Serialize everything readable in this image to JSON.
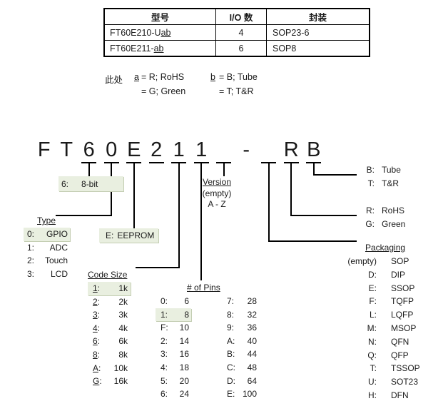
{
  "spec_table": {
    "headers": [
      "型号",
      "I/O 数",
      "封装"
    ],
    "rows": [
      {
        "model_base": "FT60E210-U",
        "model_sub": "ab",
        "io": "4",
        "package": "SOP23-6"
      },
      {
        "model_base": "FT60E211-",
        "model_sub": "ab",
        "io": "6",
        "package": "SOP8"
      }
    ]
  },
  "note": {
    "prefix": "此处",
    "a_key": "a",
    "a_line1": "= R; RoHS",
    "a_line2": "= G; Green",
    "b_key": "b",
    "b_line1": "= B; Tube",
    "b_line2": "= T; T&R"
  },
  "part_number": {
    "chars": [
      {
        "ch": "F",
        "underline": false
      },
      {
        "ch": "T",
        "underline": false
      },
      {
        "ch": "6",
        "underline": true
      },
      {
        "ch": "0",
        "underline": true
      },
      {
        "ch": "E",
        "underline": true
      },
      {
        "ch": "2",
        "underline": true
      },
      {
        "ch": "1",
        "underline": true
      },
      {
        "ch": "1",
        "underline": true
      },
      {
        "ch": "",
        "underline": true
      },
      {
        "ch": "-",
        "underline": false
      },
      {
        "ch": "",
        "underline": true
      },
      {
        "ch": "R",
        "underline": true
      },
      {
        "ch": "B",
        "underline": true
      }
    ]
  },
  "callouts": {
    "bit": {
      "key": "6:",
      "value": "8-bit"
    },
    "eeprom": {
      "key": "E:",
      "value": "EEPROM"
    },
    "version": {
      "title": "Version",
      "lines": [
        "(empty)",
        "A - Z"
      ]
    }
  },
  "lists": {
    "type": {
      "title": "Type",
      "items": [
        {
          "key": "0:",
          "value": "GPIO",
          "highlight": true
        },
        {
          "key": "1:",
          "value": "ADC"
        },
        {
          "key": "2:",
          "value": "Touch"
        },
        {
          "key": "3:",
          "value": "LCD"
        }
      ]
    },
    "code_size": {
      "title": "Code Size",
      "items": [
        {
          "key": "1",
          "sep": ":",
          "value": "1k",
          "highlight": true
        },
        {
          "key": "2",
          "sep": ":",
          "value": "2k"
        },
        {
          "key": "3",
          "sep": ":",
          "value": "3k"
        },
        {
          "key": "4",
          "sep": ":",
          "value": "4k"
        },
        {
          "key": "6",
          "sep": ":",
          "value": "6k"
        },
        {
          "key": "8",
          "sep": ":",
          "value": "8k"
        },
        {
          "key": "A",
          "sep": ":",
          "value": "10k"
        },
        {
          "key": "G",
          "sep": ":",
          "value": "16k"
        }
      ]
    },
    "pins": {
      "title": "# of Pins",
      "col1": [
        {
          "key": "0:",
          "value": "6"
        },
        {
          "key": "1:",
          "value": "8",
          "highlight": true
        },
        {
          "key": "F:",
          "value": "10"
        },
        {
          "key": "2:",
          "value": "14"
        },
        {
          "key": "3:",
          "value": "16"
        },
        {
          "key": "4:",
          "value": "18"
        },
        {
          "key": "5:",
          "value": "20"
        },
        {
          "key": "6:",
          "value": "24"
        }
      ],
      "col2": [
        {
          "key": "7:",
          "value": "28"
        },
        {
          "key": "8:",
          "value": "32"
        },
        {
          "key": "9:",
          "value": "36"
        },
        {
          "key": "A:",
          "value": "40"
        },
        {
          "key": "B:",
          "value": "44"
        },
        {
          "key": "C:",
          "value": "48"
        },
        {
          "key": "D:",
          "value": "64"
        },
        {
          "key": "E:",
          "value": "100"
        }
      ]
    },
    "tube": {
      "items": [
        {
          "key": "B:",
          "value": "Tube"
        },
        {
          "key": "T:",
          "value": "T&R"
        }
      ]
    },
    "rohs": {
      "items": [
        {
          "key": "R:",
          "value": "RoHS"
        },
        {
          "key": "G:",
          "value": "Green"
        }
      ]
    },
    "packaging": {
      "title": "Packaging",
      "items": [
        {
          "key": "(empty)",
          "value": "SOP"
        },
        {
          "key": "D:",
          "value": "DIP"
        },
        {
          "key": "E:",
          "value": "SSOP"
        },
        {
          "key": "F:",
          "value": "TQFP"
        },
        {
          "key": "L:",
          "value": "LQFP"
        },
        {
          "key": "M:",
          "value": "MSOP"
        },
        {
          "key": "N:",
          "value": "QFN"
        },
        {
          "key": "Q:",
          "value": "QFP"
        },
        {
          "key": "T:",
          "value": "TSSOP"
        },
        {
          "key": "U:",
          "value": "SOT23"
        },
        {
          "key": "H:",
          "value": "DFN"
        }
      ]
    }
  },
  "colors": {
    "highlight": "#e9efe0",
    "line": "#000000",
    "text": "#1a1a1a"
  }
}
